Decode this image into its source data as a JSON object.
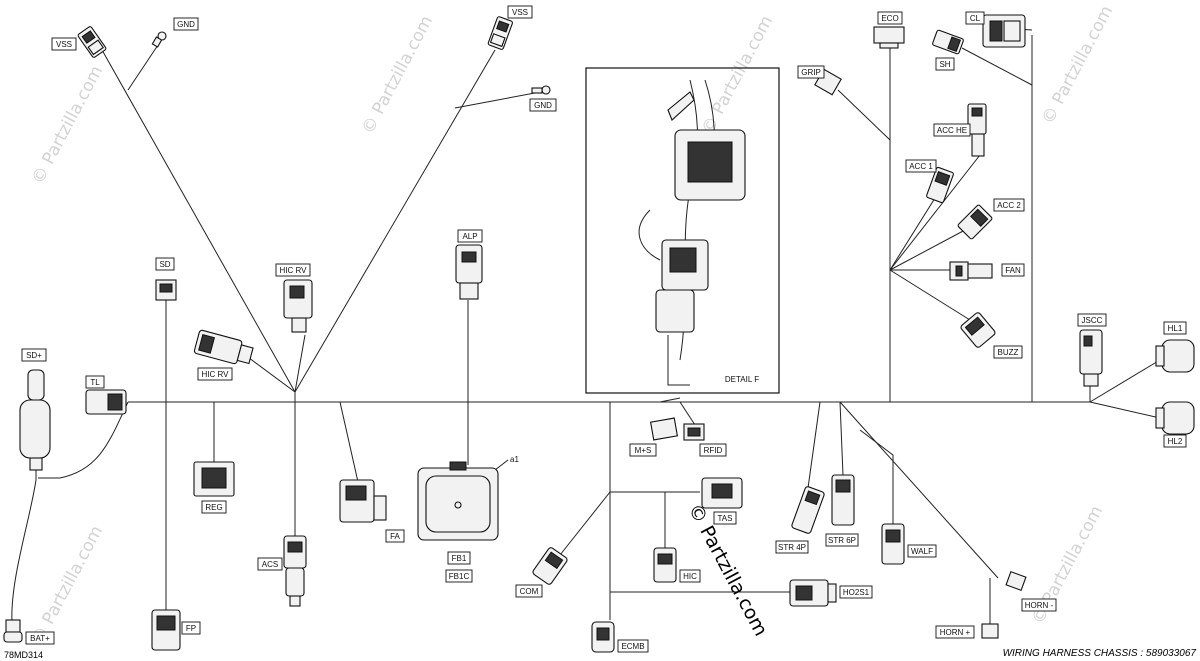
{
  "diagram": {
    "title": "WIRING HARNESS  CHASSIS  :  589033067",
    "code": "78MD314",
    "detail_label": "DETAIL F",
    "watermark_center": "© Partzilla.com",
    "watermark_faint": "© Partzilla.com",
    "labels": {
      "vss_left": "VSS",
      "gnd_top": "GND",
      "vss_top": "VSS",
      "gnd_mid": "GND",
      "eco": "ECO",
      "cl": "CL",
      "grip": "GRIP",
      "sh": "SH",
      "acc_he": "ACC  HE",
      "acc1": "ACC 1",
      "acc2": "ACC 2",
      "fan": "FAN",
      "buzz": "BUZZ",
      "jscc": "JSCC",
      "hl1": "HL1",
      "hl2": "HL2",
      "alp": "ALP",
      "sd": "SD",
      "hic_rv_top": "HIC  RV",
      "hic_rv_left": "HIC  RV",
      "sd_plus": "SD+",
      "tl": "TL",
      "reg": "REG",
      "acs": "ACS",
      "fa": "FA",
      "fb1": "FB1",
      "fb1c": "FB1C",
      "a1": "a1",
      "m_s": "M+S",
      "rfid": "RFID",
      "tas": "TAS",
      "com": "COM",
      "hic": "HIC",
      "str4p": "STR 4P",
      "str6p": "STR 6P",
      "walf": "WALF",
      "ho2s1": "HO2S1",
      "horn_minus": "HORN -",
      "horn_plus": "HORN +",
      "ecmb": "ECMB",
      "bat_plus": "BAT+",
      "fp": "FP"
    }
  }
}
